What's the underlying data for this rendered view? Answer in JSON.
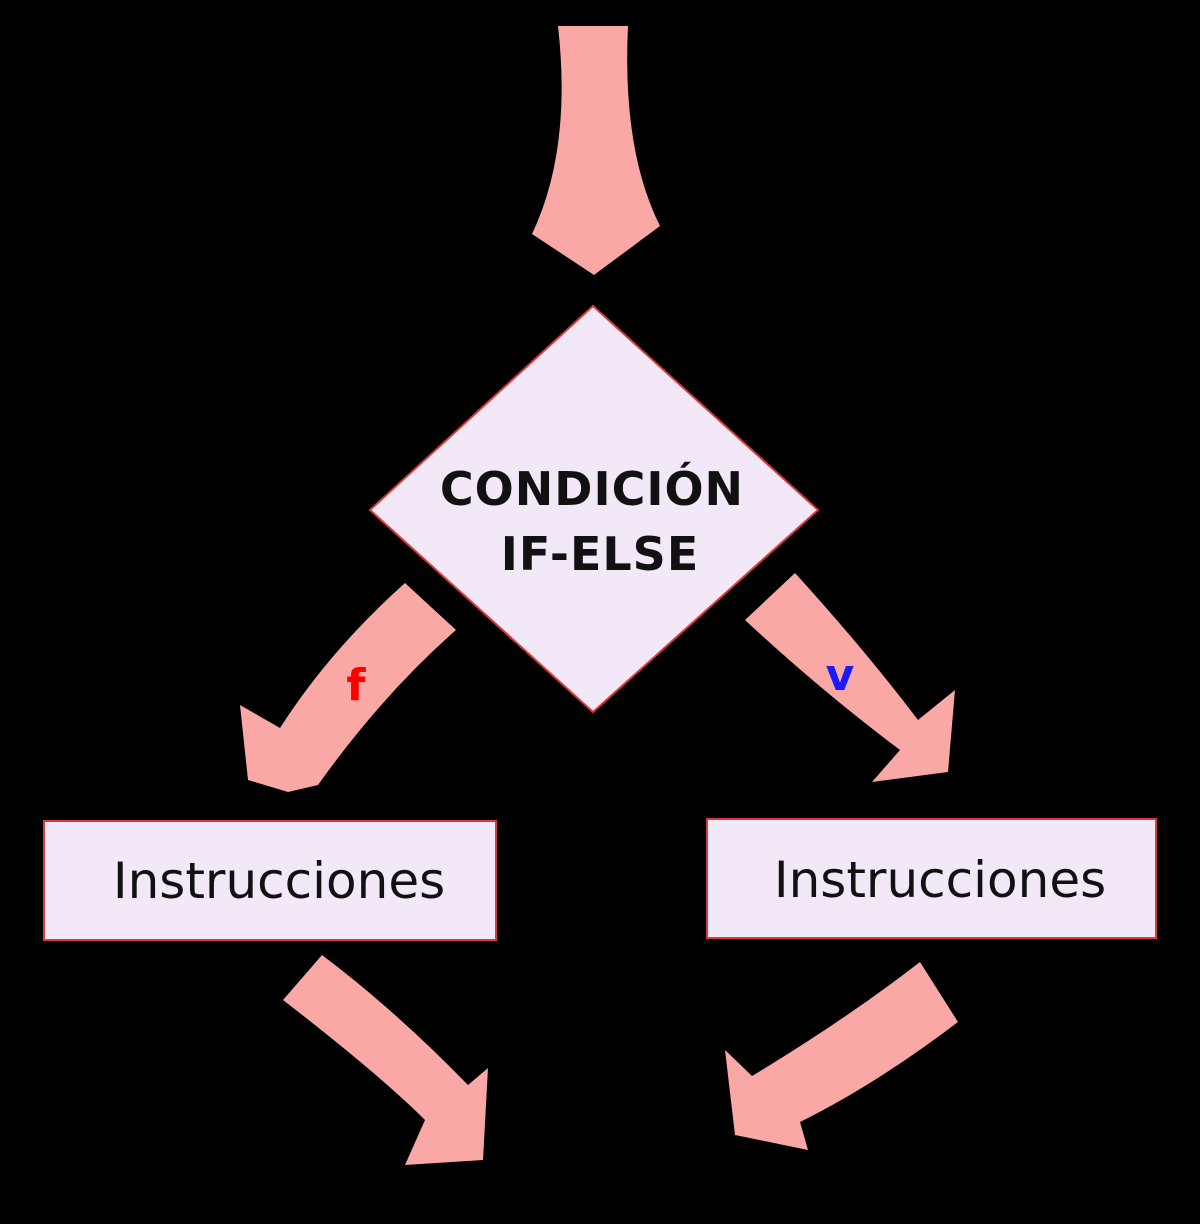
{
  "condition": {
    "line1": "CONDICIÓN",
    "line2": "IF-ELSE"
  },
  "branches": {
    "false_label": "f",
    "true_label": "v"
  },
  "boxes": {
    "left": "Instrucciones",
    "right": "Instrucciones"
  },
  "colors": {
    "background": "#000000",
    "arrow": "#f9a8a6",
    "shape_fill": "#f2e8f8",
    "shape_border": "#d93a3a",
    "text": "#111111",
    "false_label": "#ff0000",
    "true_label": "#1a1aff"
  }
}
